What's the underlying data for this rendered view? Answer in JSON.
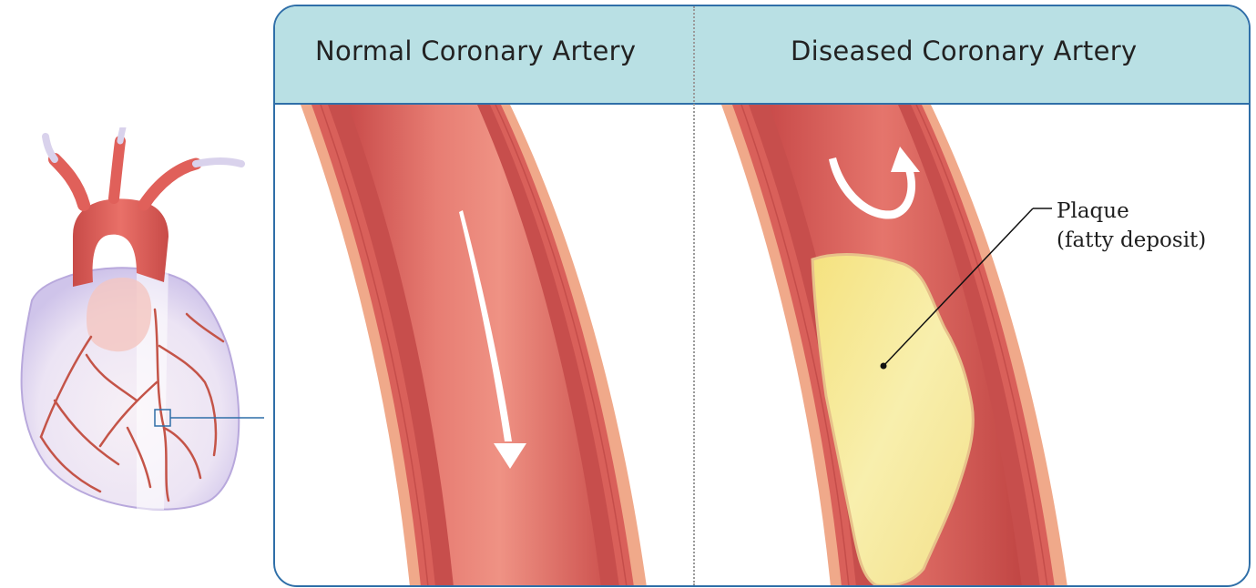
{
  "panels": {
    "normal_title": "Normal Coronary Artery",
    "diseased_title": "Diseased Coronary Artery"
  },
  "plaque": {
    "label_line1": "Plaque",
    "label_line2": "(fatty deposit)"
  },
  "colors": {
    "header_fill": "#b9e0e4",
    "panel_border": "#2f6fa8",
    "artery_outer": "#f0a98a",
    "artery_wall": "#d45a55",
    "artery_lumen": "#e2786e",
    "plaque_fill": "#f7eba0",
    "heart_red": "#e0605a"
  },
  "icons": {
    "flow_arrow_normal": "down-arrow-icon",
    "flow_arrow_diseased": "u-turn-arrow-icon"
  }
}
